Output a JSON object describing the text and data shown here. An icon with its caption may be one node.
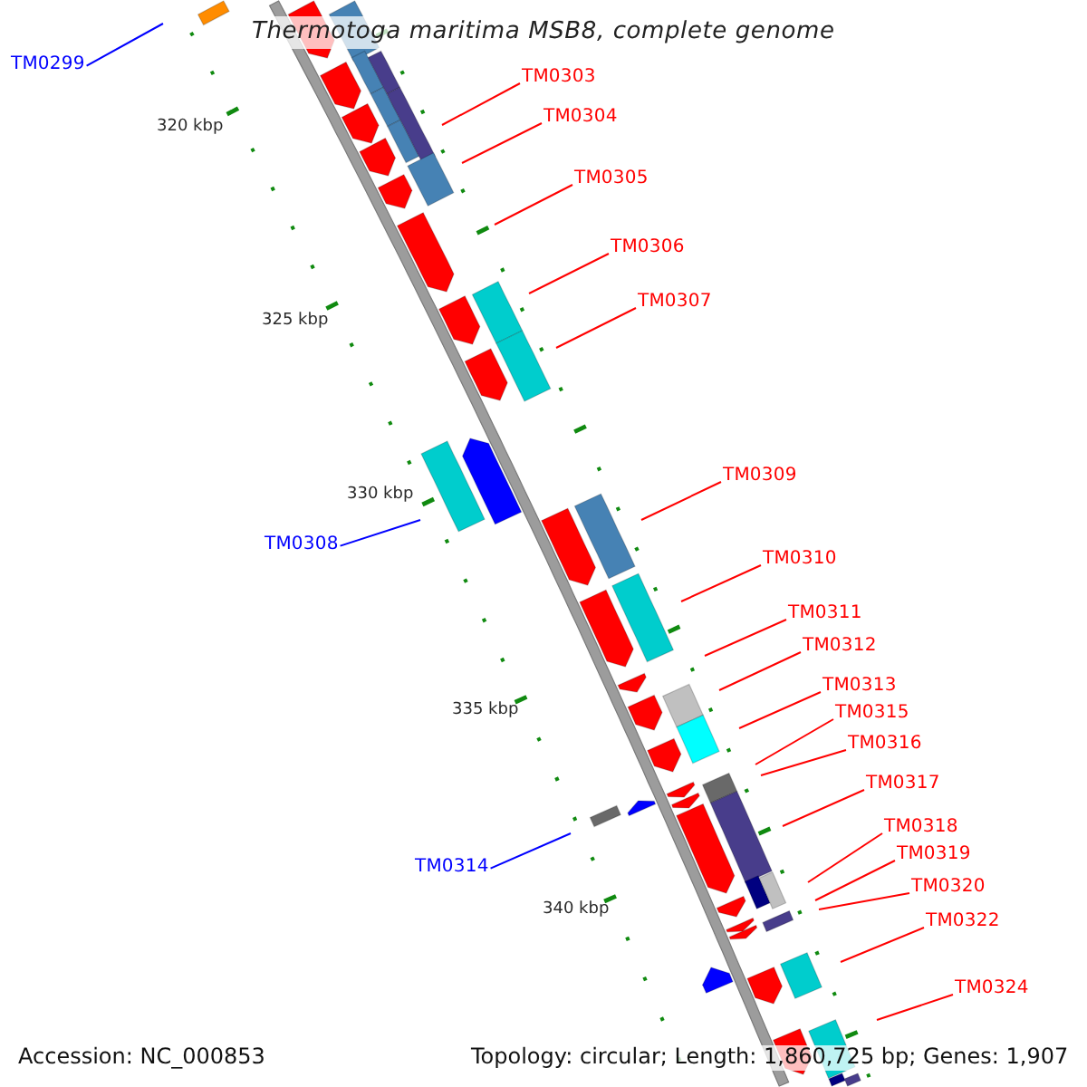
{
  "diagram": {
    "title": "Thermotoga maritima MSB8, complete genome",
    "nodes": [
      {
        "text": [
          "TM0299"
        ]
      },
      {
        "text": [
          "TM0303"
        ]
      },
      {
        "text": [
          "TM0304"
        ]
      },
      {
        "text": [
          "TM0305"
        ]
      },
      {
        "text": [
          "TM0306"
        ]
      },
      {
        "text": [
          "TM0307"
        ]
      },
      {
        "text": [
          "TM0308"
        ]
      },
      {
        "text": [
          "TM0309"
        ]
      },
      {
        "text": [
          "TM0310"
        ]
      },
      {
        "text": [
          "TM0311"
        ]
      },
      {
        "text": [
          "TM0312"
        ]
      },
      {
        "text": [
          "TM0313"
        ]
      },
      {
        "text": [
          "TM0314"
        ]
      },
      {
        "text": [
          "TM0315"
        ]
      },
      {
        "text": [
          "TM0316"
        ]
      },
      {
        "text": [
          "TM0317"
        ]
      },
      {
        "text": [
          "TM0318"
        ]
      },
      {
        "text": [
          "TM0319"
        ]
      },
      {
        "text": [
          "TM0320"
        ]
      },
      {
        "text": [
          "TM0322"
        ]
      },
      {
        "text": [
          "TM0324"
        ]
      }
    ],
    "edges": [
      {
        "from": 0,
        "to": null,
        "arrow": "none",
        "color": "#0000ff"
      },
      {
        "from": 1,
        "to": null,
        "arrow": "none"
      },
      {
        "from": 2,
        "to": null,
        "arrow": "none"
      },
      {
        "from": 3,
        "to": null,
        "arrow": "none"
      },
      {
        "from": 4,
        "to": null,
        "arrow": "none"
      },
      {
        "from": 5,
        "to": null,
        "arrow": "none"
      },
      {
        "from": 6,
        "to": null,
        "arrow": "none",
        "color": "#0000ff"
      },
      {
        "from": 7,
        "to": null,
        "arrow": "none"
      },
      {
        "from": 8,
        "to": null,
        "arrow": "none"
      },
      {
        "from": 9,
        "to": null,
        "arrow": "none"
      },
      {
        "from": 10,
        "to": null,
        "arrow": "none"
      },
      {
        "from": 11,
        "to": null,
        "arrow": "none"
      },
      {
        "from": 12,
        "to": null,
        "arrow": "none",
        "color": "#0000ff"
      },
      {
        "from": 13,
        "to": null,
        "arrow": "none"
      },
      {
        "from": 14,
        "to": null,
        "arrow": "none"
      },
      {
        "from": 15,
        "to": null,
        "arrow": "none"
      },
      {
        "from": 16,
        "to": null,
        "arrow": "none"
      },
      {
        "from": 17,
        "to": null,
        "arrow": "none"
      },
      {
        "from": 18,
        "to": null,
        "arrow": "none"
      },
      {
        "from": 19,
        "to": null,
        "arrow": "none"
      },
      {
        "from": 20,
        "to": null,
        "arrow": "none"
      }
    ],
    "labels": [
      "320 kbp",
      "325 kbp",
      "330 kbp",
      "335 kbp",
      "340 kbp",
      "Accession: NC_000853",
      "Topology: circular; Length: 1,860,725 bp; Genes: 1,907"
    ]
  }
}
